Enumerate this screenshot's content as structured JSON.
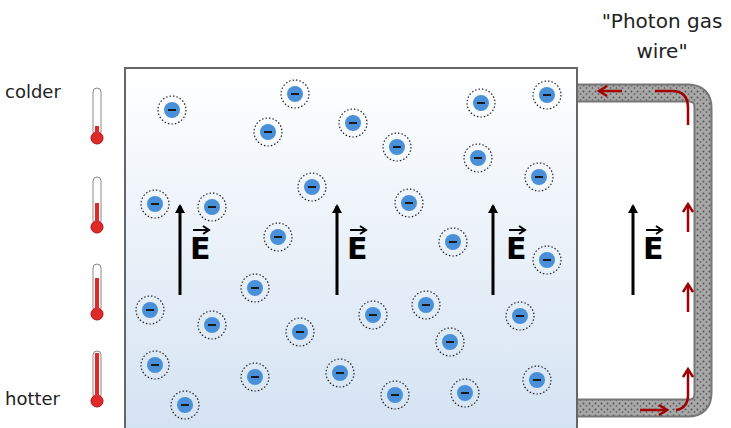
{
  "diagram": {
    "labels": [
      "colder",
      "hotter",
      "\"Photon gas wire\"",
      "E",
      "E",
      "E",
      "E"
    ]
  }
}
